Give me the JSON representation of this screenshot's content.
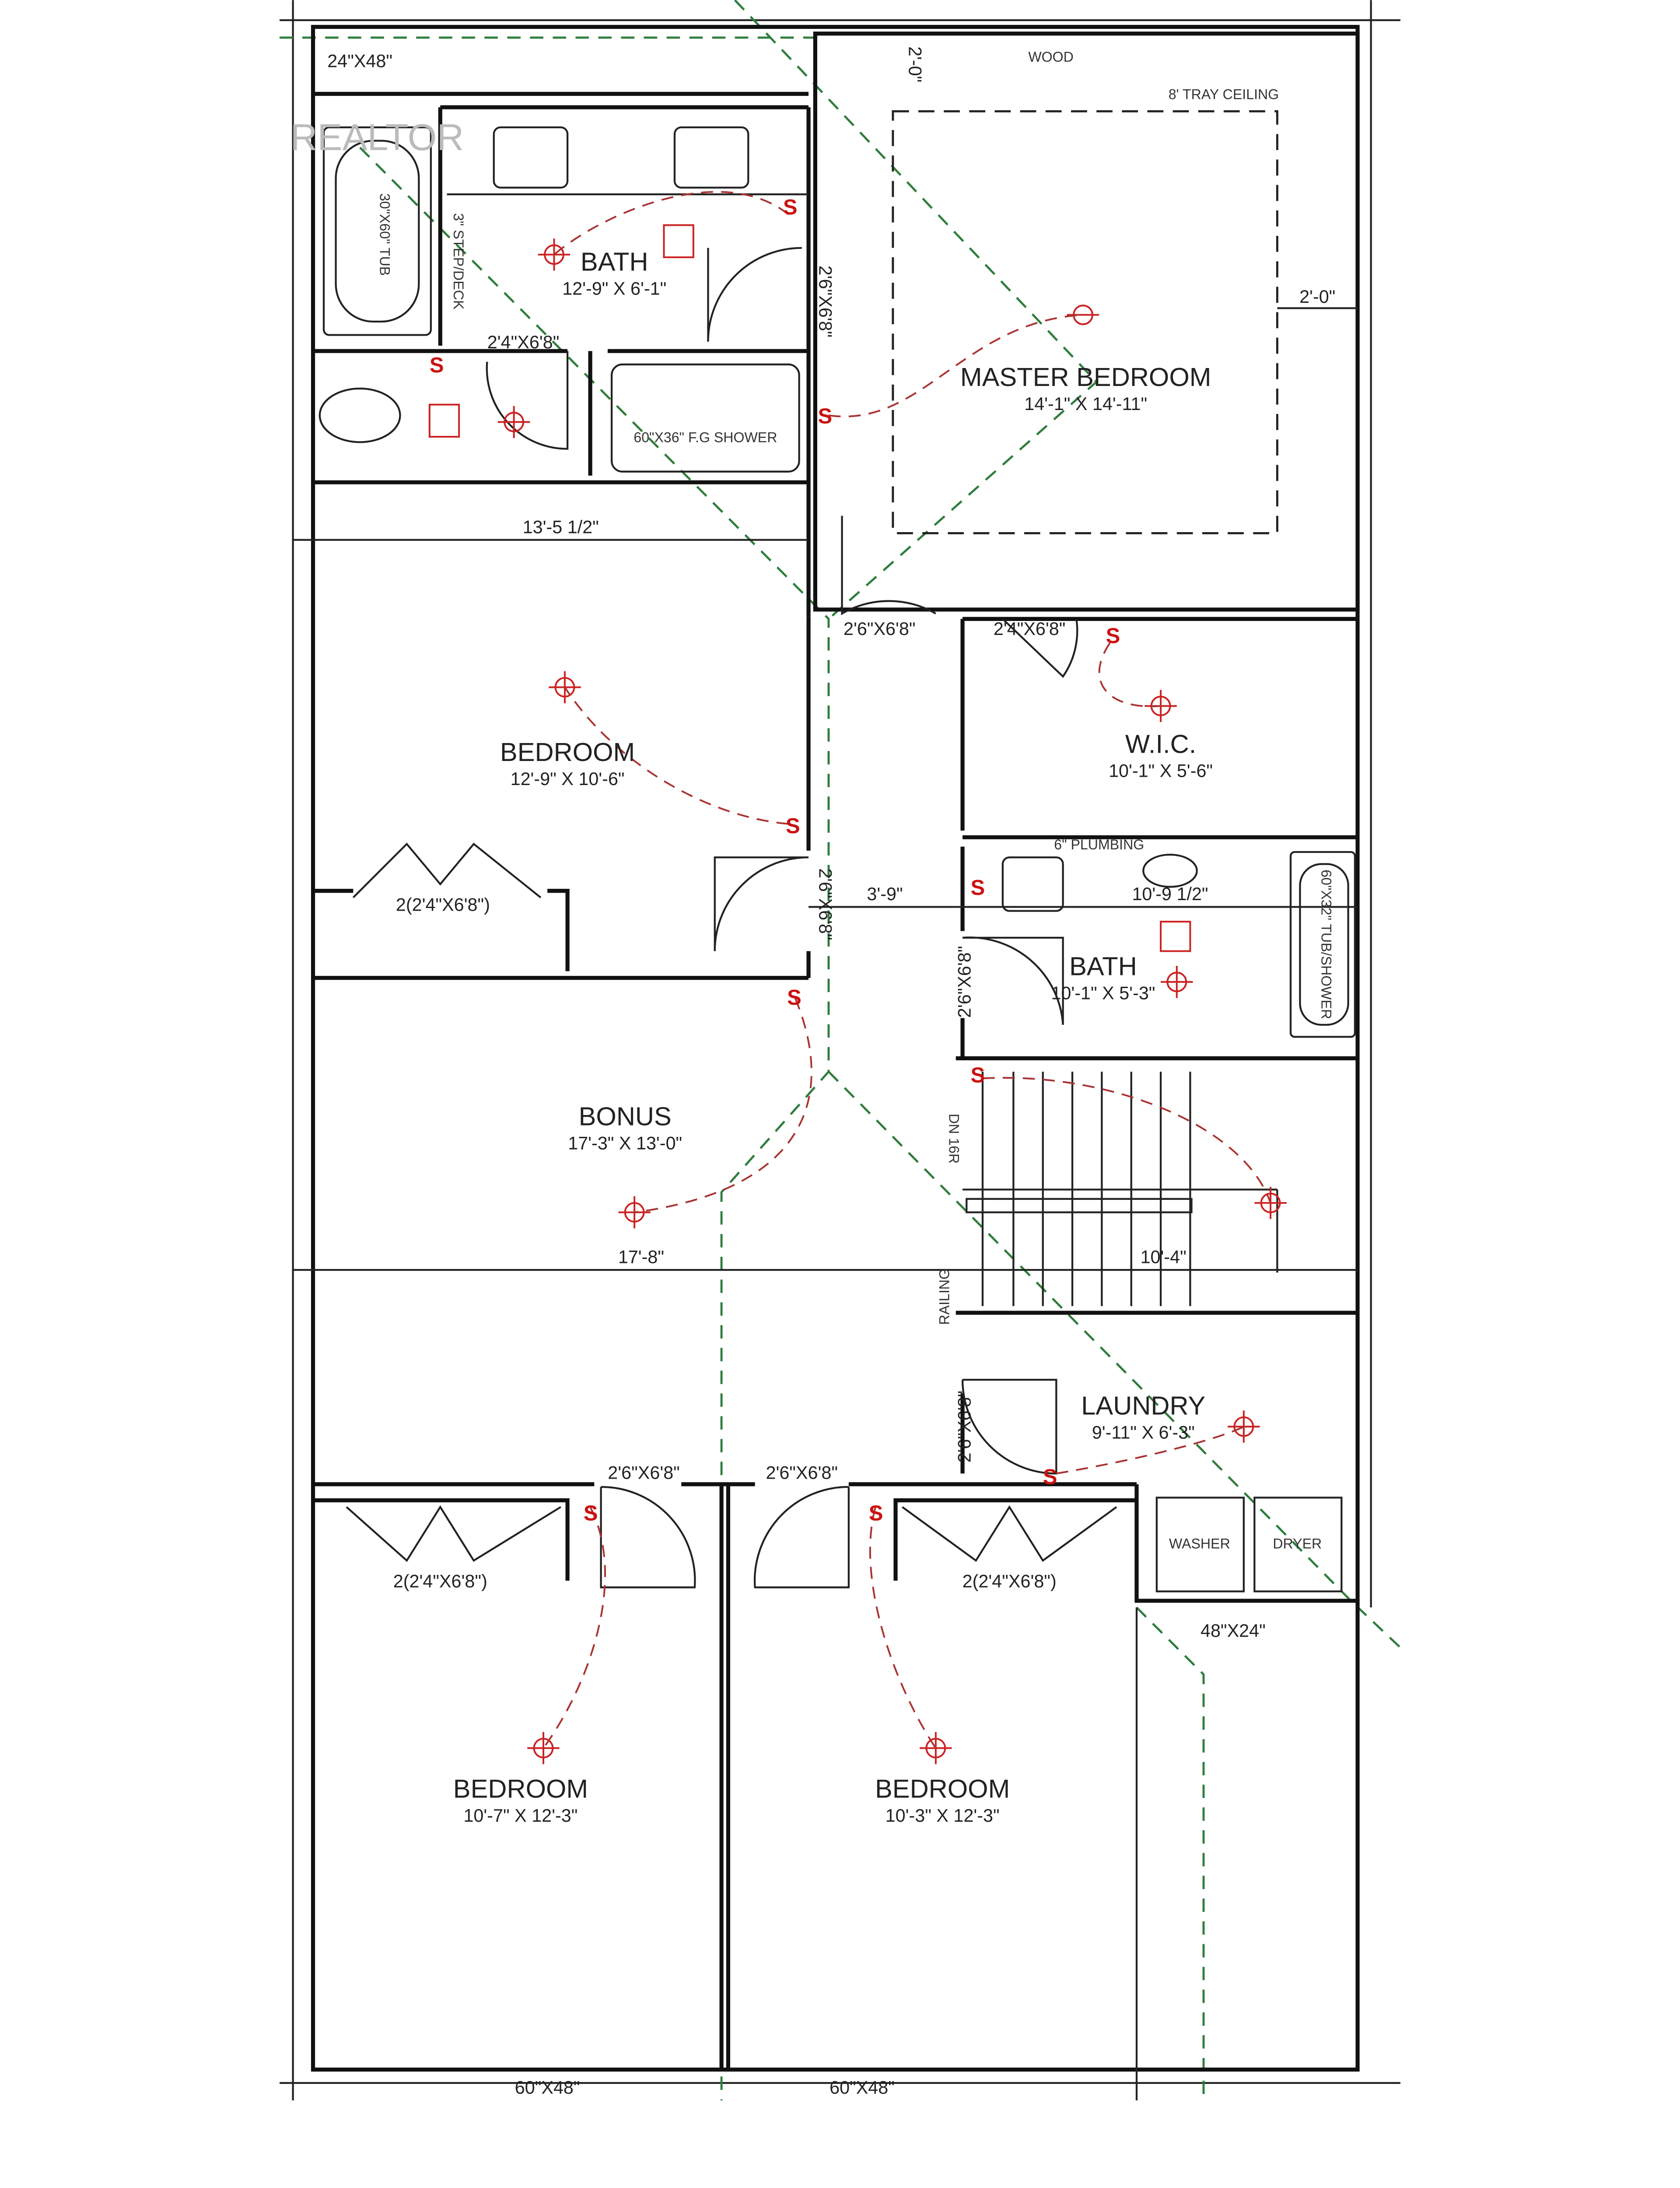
{
  "watermark": "REALTOR",
  "rooms": {
    "master": {
      "name": "MASTER BEDROOM",
      "dims": "14'-1\" X 14'-11\""
    },
    "bath1": {
      "name": "BATH",
      "dims": "12'-9\" X 6'-1\""
    },
    "bedroom1": {
      "name": "BEDROOM",
      "dims": "12'-9\" X 10'-6\""
    },
    "wic": {
      "name": "W.I.C.",
      "dims": "10'-1\" X 5'-6\""
    },
    "bath2": {
      "name": "BATH",
      "dims": "10'-1\" X 5'-3\""
    },
    "bonus": {
      "name": "BONUS",
      "dims": "17'-3\" X 13'-0\""
    },
    "laundry": {
      "name": "LAUNDRY",
      "dims": "9'-11\" X 6'-3\""
    },
    "bedroom2": {
      "name": "BEDROOM",
      "dims": "10'-7\" X 12'-3\""
    },
    "bedroom3": {
      "name": "BEDROOM",
      "dims": "10'-3\" X 12'-3\""
    }
  },
  "notes": {
    "wood": "WOOD",
    "tray": "8' TRAY CEILING",
    "tub1": "30\"X60\" TUB",
    "step": "3\" STEP/DECK",
    "shower": "60\"X36\" F.G SHOWER",
    "plumbing": "6\" PLUMBING",
    "tub2": "60\"X32\" TUB/SHOWER",
    "dn": "DN 16R",
    "railing": "RAILING",
    "washer": "WASHER",
    "dryer": "DRYER"
  },
  "dimensions": {
    "window_top": "24\"X48\"",
    "master_top": "2'-0\"",
    "master_right": "2'-0\"",
    "bedroom1_width": "13'-5 1/2\"",
    "hall_width": "3'-9\"",
    "bath2_width": "10'-9 1/2\"",
    "bonus_width": "17'-8\"",
    "stair_width": "10'-4\"",
    "laundry_window": "48\"X24\"",
    "window_left": "60\"X48\"",
    "window_right": "60\"X48\""
  },
  "doors": {
    "wc": "2'4\"X6'8\"",
    "bath1": "2'6\"X6'8\"",
    "master": "2'6\"X6'8\"",
    "wic": "2'4\"X6'8\"",
    "bedroom1": "2'6\"X6'8\"",
    "bedroom1_closet": "2(2'4\"X6'8\")",
    "bath2": "2'6\"X6'8\"",
    "laundry": "2'6\"X6'8\"",
    "bedroom2": "2'6\"X6'8\"",
    "bedroom3": "2'6\"X6'8\"",
    "bedroom2_closet": "2(2'4\"X6'8\")",
    "bedroom3_closet": "2(2'4\"X6'8\")"
  },
  "switch_symbol": "S"
}
